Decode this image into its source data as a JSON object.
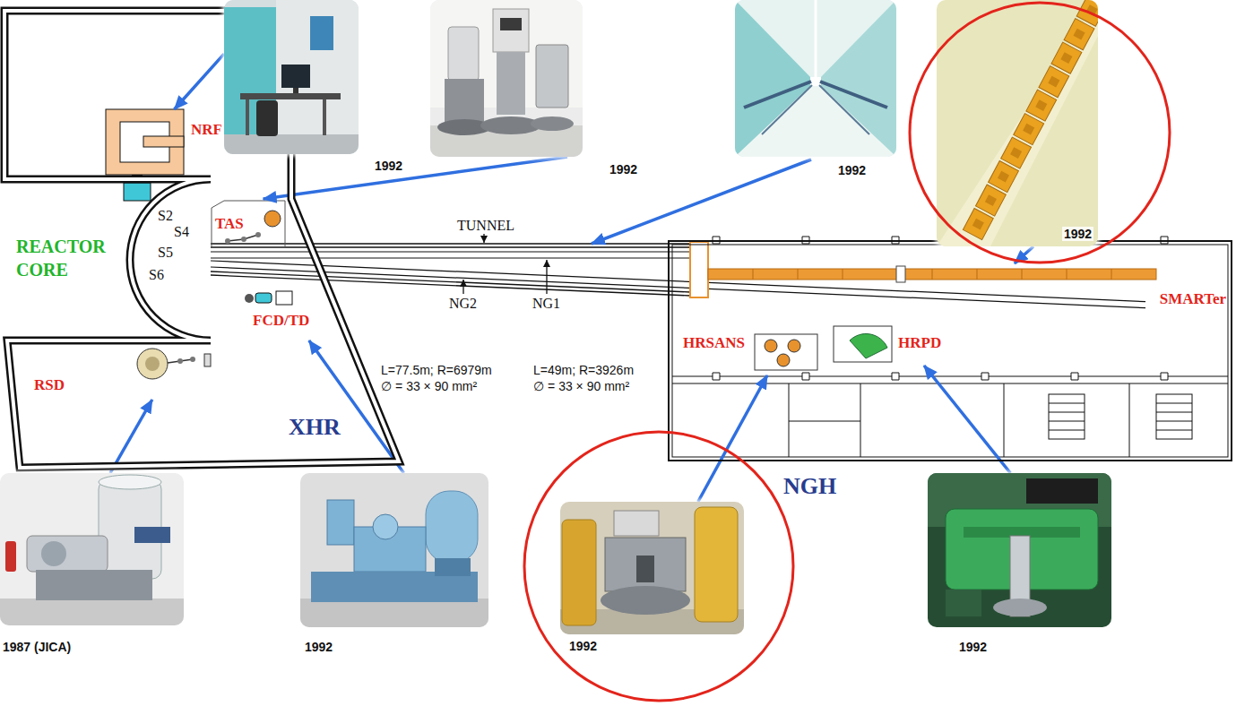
{
  "diagram": {
    "nodes": [
      {
        "text": [
          "1992"
        ]
      },
      {
        "text": [
          "1992"
        ]
      },
      {
        "text": [
          "1992"
        ]
      },
      {
        "text": [
          "1992"
        ]
      },
      {
        "text": [
          "XHR"
        ]
      },
      {
        "text": [
          "NRF"
        ],
        "in": 4
      },
      {
        "text": [
          "TAS"
        ],
        "in": 4
      },
      {
        "text": [
          "FCD/TD"
        ],
        "in": 4
      },
      {
        "text": [
          "RSD"
        ],
        "in": 4
      },
      {
        "text": [
          "NGH"
        ]
      },
      {
        "text": [
          "SMARTer"
        ],
        "in": 9
      },
      {
        "text": [
          "HRSANS"
        ],
        "in": 9
      },
      {
        "text": [
          "HRPD"
        ],
        "in": 9
      },
      {
        "text": [
          "1987 (JICA)"
        ]
      },
      {
        "text": [
          "1992"
        ]
      },
      {
        "text": [
          "1992"
        ]
      },
      {
        "text": [
          "1992"
        ]
      }
    ],
    "edges": [
      {
        "from": 0,
        "to": 5,
        "arrow": "to"
      },
      {
        "from": 1,
        "to": 6,
        "arrow": "to"
      },
      {
        "from": 3,
        "to": 10,
        "arrow": "to"
      },
      {
        "from": 13,
        "to": 8,
        "arrow": "to"
      },
      {
        "from": 14,
        "to": 7,
        "arrow": "to"
      },
      {
        "from": 15,
        "to": 11,
        "arrow": "to"
      },
      {
        "from": 16,
        "to": 12,
        "arrow": "to"
      }
    ],
    "labels": [
      "REACTOR CORE",
      "S2",
      "S4",
      "S5",
      "S6",
      "TUNNEL",
      "NG2",
      "NG1",
      "L=77.5m; R=6979m",
      "∅ = 33 × 90 mm²",
      "L=49m; R=3926m",
      "∅ = 33 × 90 mm²"
    ]
  }
}
